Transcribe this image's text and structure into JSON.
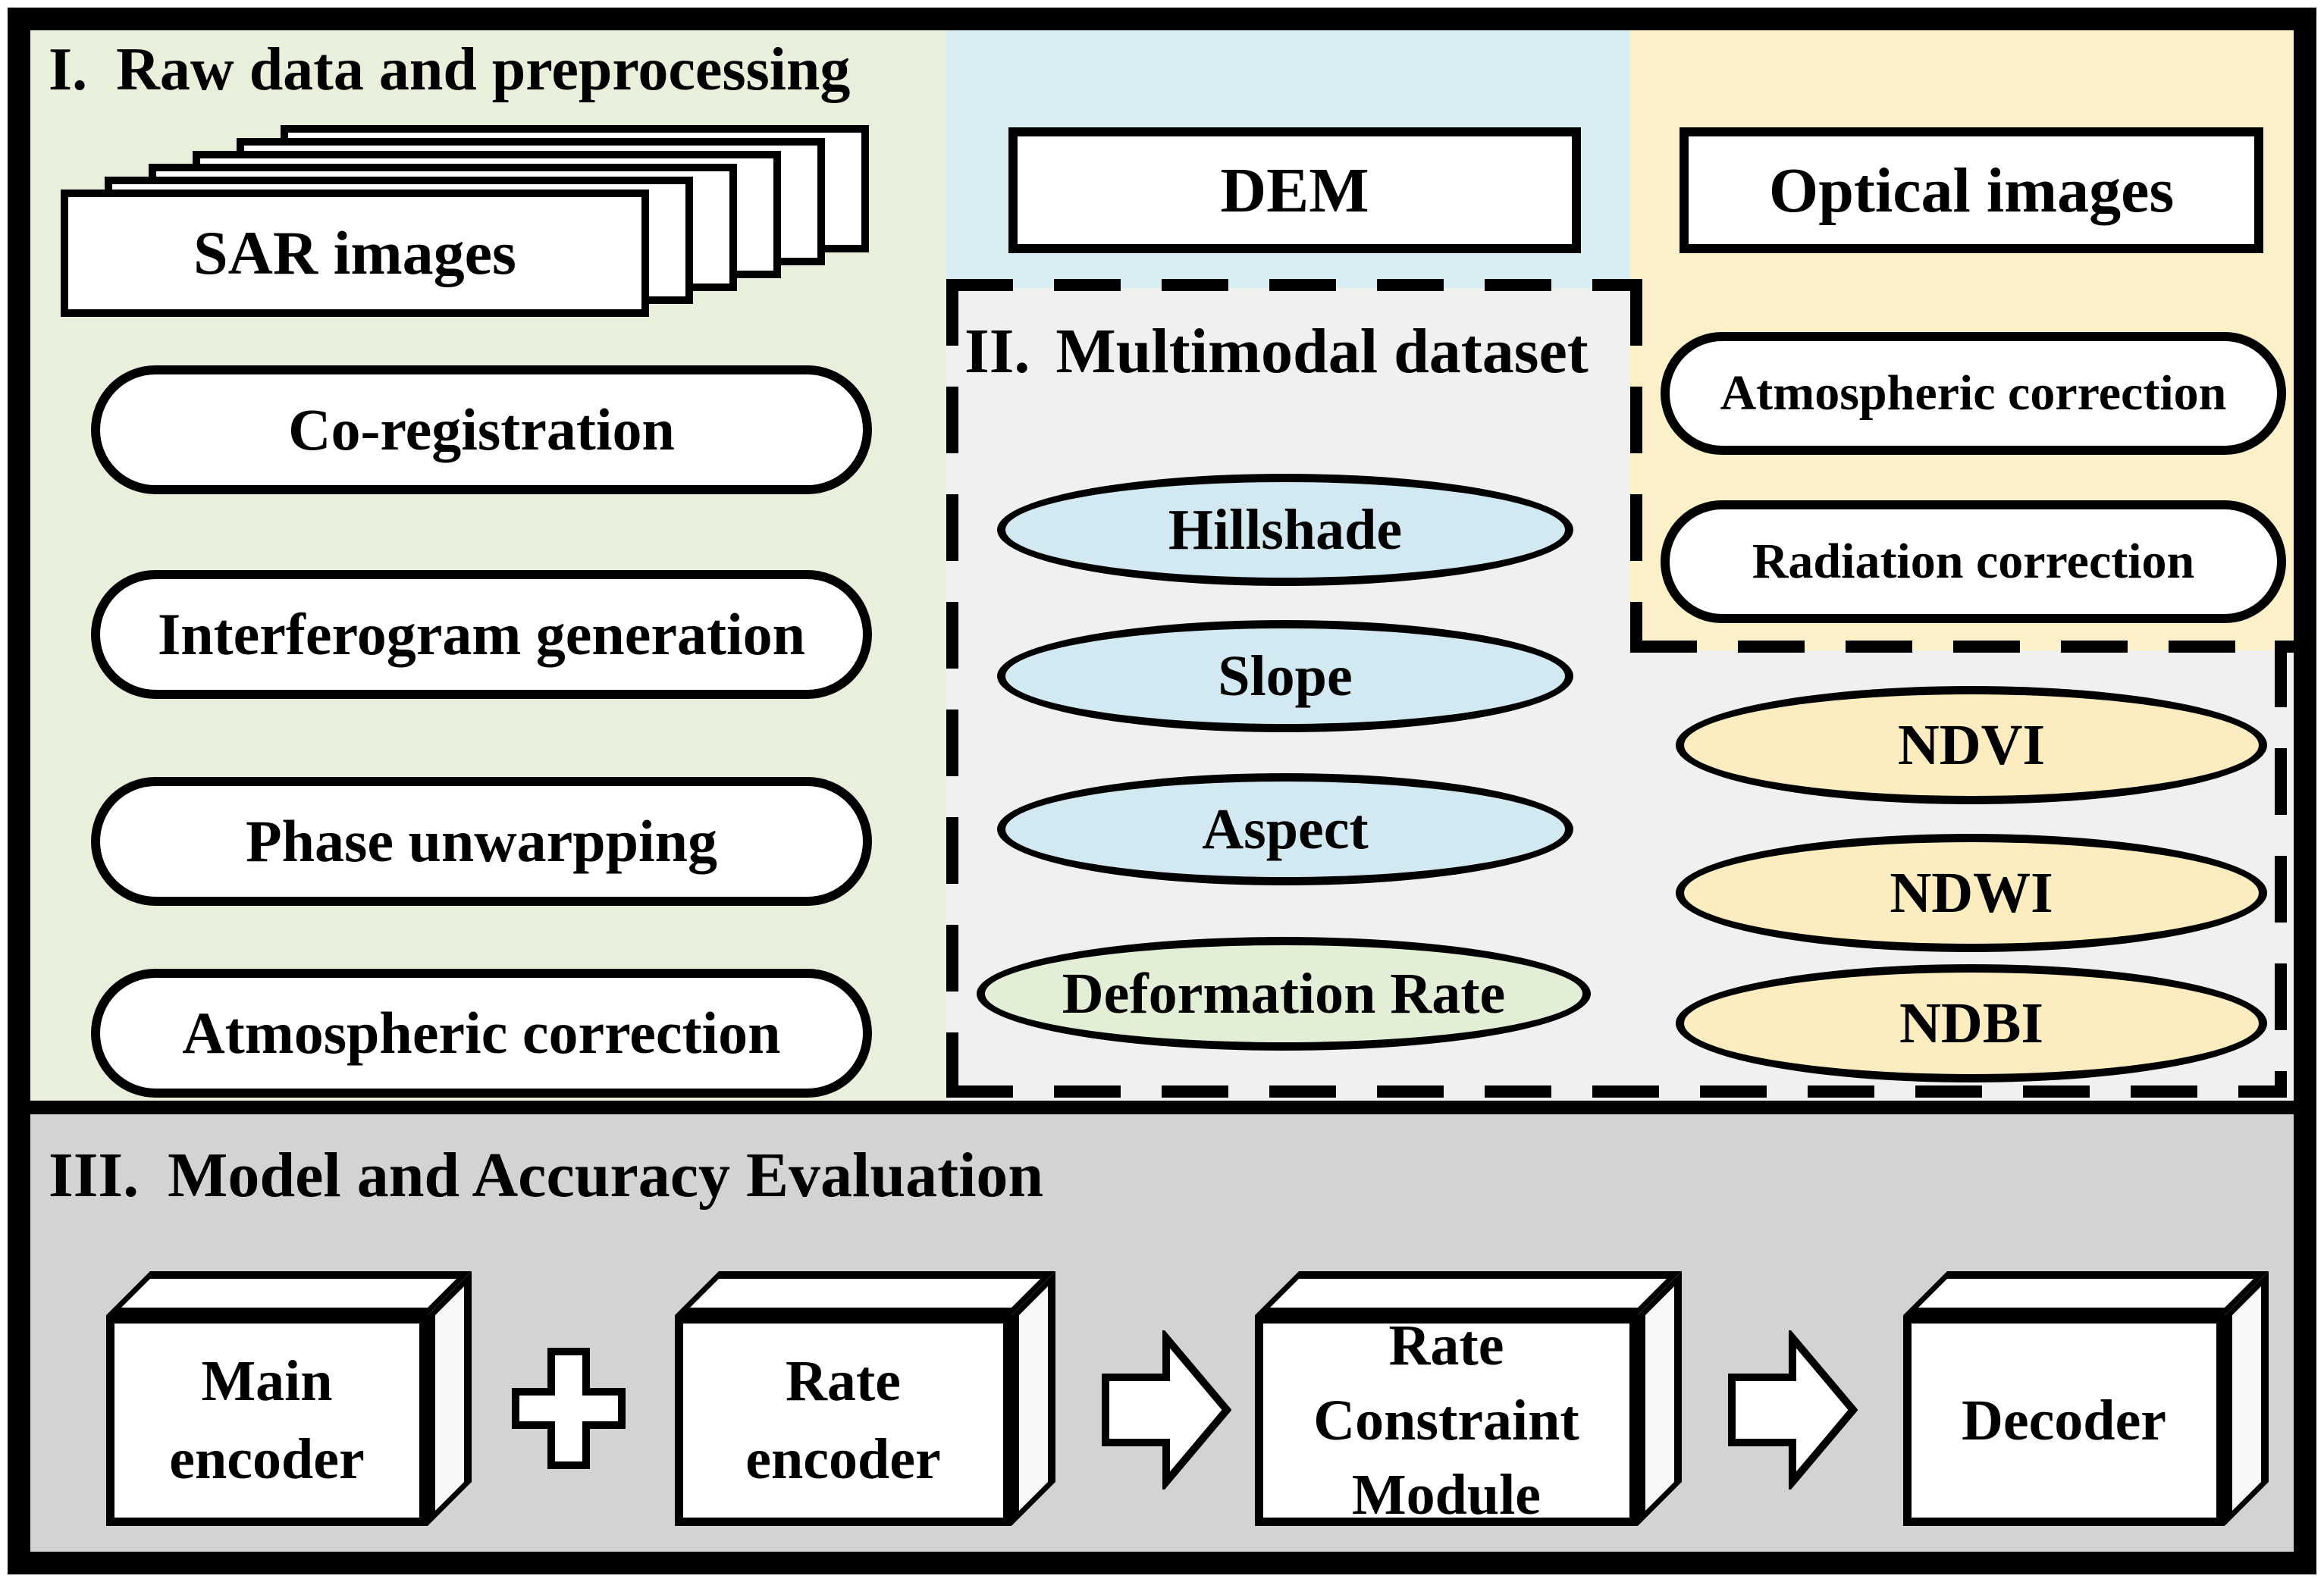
{
  "colors": {
    "raw_panel_green": "#e8f0dc",
    "dem_panel_blue": "#d9edf5",
    "optical_panel_yellow": "#fcf0c8",
    "dataset_panel_gray": "#f0f0ee",
    "model_panel_gray": "#d3d3d3",
    "terrain_ellipse_blue": "#d3e9f2",
    "deformation_ellipse_green": "#e3eed6",
    "index_ellipse_yellow": "#fcedc0",
    "line_black": "#000000",
    "box_white": "#ffffff"
  },
  "section1": {
    "numeral": "I.",
    "title": "Raw data and preprocessing",
    "sar_stack_label": "SAR images",
    "steps": [
      "Co-registration",
      "Interferogram generation",
      "Phase unwarpping",
      "Atmospheric correction"
    ]
  },
  "dem": {
    "label": "DEM"
  },
  "optical": {
    "label": "Optical images",
    "steps": [
      "Atmospheric correction",
      "Radiation correction"
    ]
  },
  "section2": {
    "numeral": "II.",
    "title": "Multimodal dataset",
    "terrain_items": [
      "Hillshade",
      "Slope",
      "Aspect"
    ],
    "insar_item": "Deformation Rate",
    "index_items": [
      "NDVI",
      "NDWI",
      "NDBI"
    ]
  },
  "section3": {
    "numeral": "III.",
    "title": "Model and Accuracy Evaluation",
    "modules": [
      "Main encoder",
      "Rate encoder",
      "Rate Constraint Module",
      "Decoder"
    ]
  }
}
